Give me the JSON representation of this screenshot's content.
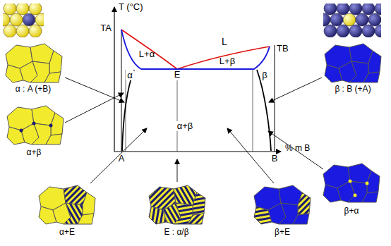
{
  "diagram": {
    "labels": [
      "T (°C)",
      "TA",
      "L",
      "TB",
      "L+α",
      "L+β",
      "α",
      "E",
      "β",
      "α : A (+B)",
      "β : B (+A)",
      "α+β",
      "A",
      "B",
      "% m B",
      "α+β",
      "α+E",
      "E : α/β",
      "β+E",
      "β+α"
    ]
  }
}
